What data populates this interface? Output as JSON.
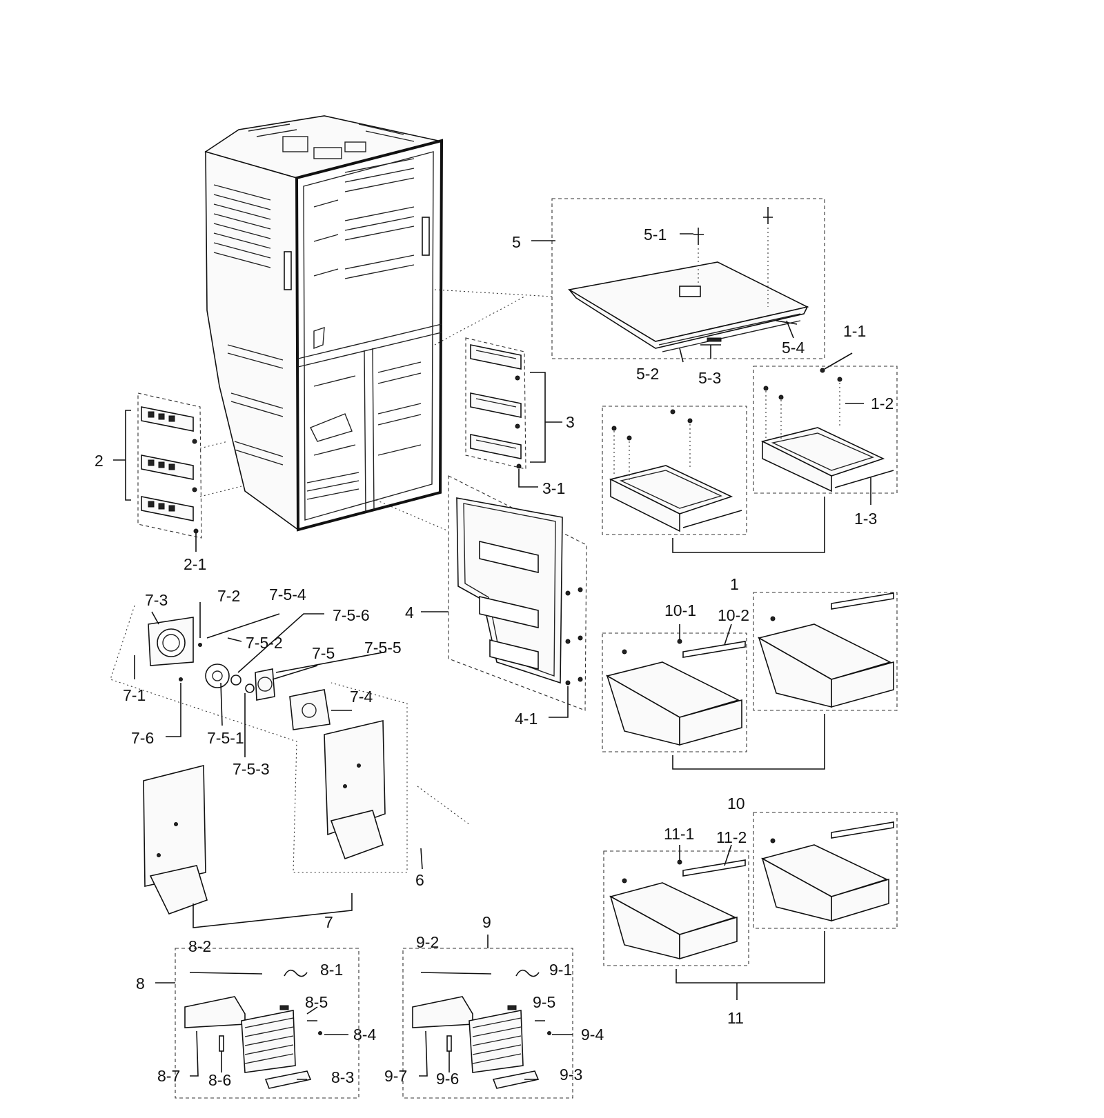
{
  "diagram": {
    "labels": {
      "l1": "1",
      "l1_1": "1-1",
      "l1_2": "1-2",
      "l1_3": "1-3",
      "l2": "2",
      "l2_1": "2-1",
      "l3": "3",
      "l3_1": "3-1",
      "l4": "4",
      "l4_1": "4-1",
      "l5": "5",
      "l5_1": "5-1",
      "l5_2": "5-2",
      "l5_3": "5-3",
      "l5_4": "5-4",
      "l6": "6",
      "l7": "7",
      "l7_1": "7-1",
      "l7_2": "7-2",
      "l7_3": "7-3",
      "l7_4": "7-4",
      "l7_5": "7-5",
      "l7_5_1": "7-5-1",
      "l7_5_2": "7-5-2",
      "l7_5_3": "7-5-3",
      "l7_5_4": "7-5-4",
      "l7_5_5": "7-5-5",
      "l7_5_6": "7-5-6",
      "l7_6": "7-6",
      "l8": "8",
      "l8_1": "8-1",
      "l8_2": "8-2",
      "l8_3": "8-3",
      "l8_4": "8-4",
      "l8_5": "8-5",
      "l8_6": "8-6",
      "l8_7": "8-7",
      "l9": "9",
      "l9_1": "9-1",
      "l9_2": "9-2",
      "l9_3": "9-3",
      "l9_4": "9-4",
      "l9_5": "9-5",
      "l9_6": "9-6",
      "l9_7": "9-7",
      "l10": "10",
      "l10_1": "10-1",
      "l10_2": "10-2",
      "l11": "11",
      "l11_1": "11-1",
      "l11_2": "11-2"
    }
  }
}
